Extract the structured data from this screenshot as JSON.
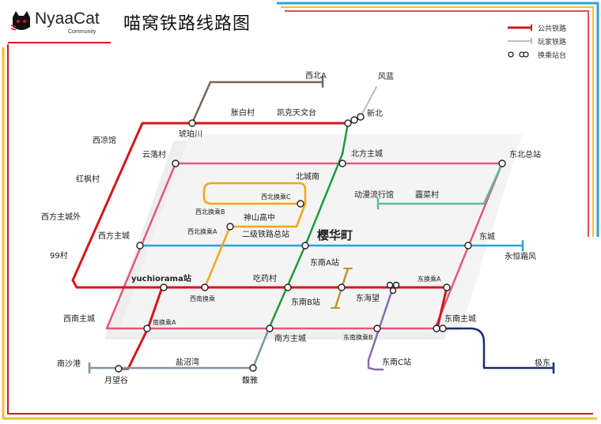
{
  "header": {
    "logo_text": "NyaaCat",
    "logo_sub": "Community",
    "title": "喵窝铁路线路图"
  },
  "legend": {
    "public": "公共铁路",
    "player": "玩家铁路",
    "transfer": "换乘站台"
  },
  "colors": {
    "red": "#d3161d",
    "pink": "#e25a78",
    "blue": "#2ea2d8",
    "green": "#1d9a3f",
    "orange": "#f2a51b",
    "brown": "#7a6656",
    "teal": "#5ab8ab",
    "purple": "#8a6bb3",
    "gray_blue": "#7e95a4",
    "navy": "#1a2c6a",
    "olive": "#b19a33",
    "frame_red": "#d3161d",
    "frame_yellow": "#f2c12e",
    "frame_blue": "#2ea2d8"
  },
  "stations": {
    "xibei_a": "西北A",
    "fenglan": "风蓝",
    "xinbei": "新北",
    "chenbai": "胀白村",
    "kaike": "凯克天文台",
    "hupochuan": "琥珀川",
    "xiliang": "西凉馆",
    "yunluo": "云落村",
    "beifang": "北方主城",
    "dongbei_hub": "东北总站",
    "hongfeng": "红枫村",
    "beicheng_nan": "北城南",
    "dongman": "动漫流行馆",
    "lingye": "霾菜村",
    "xibei_c": "西北换乘C",
    "xibei_b": "西北换乘B",
    "shenshan": "神山高中",
    "xibei_a_tr": "西北换乘A",
    "erji": "二级铁路总站",
    "xifang_wai": "西方主城外",
    "xifang": "西方主城",
    "yinghua": "樱华町",
    "dongcheng": "东城",
    "yonghen": "永恒霜风",
    "jiujiu": "99村",
    "dongnan_a": "东南A站",
    "yuchiorama": "yuchiorama站",
    "chiyao": "吃药村",
    "dongnan_huan": "东换乘A",
    "xinan_huan": "西南换乘",
    "dongnan_b": "东南B站",
    "donghai": "东海望",
    "xinan": "西南主城",
    "nan_huan_a": "南换乘A",
    "dongnan_zhu": "东南主城",
    "nanfang": "南方主城",
    "dongnan_huan_b": "东南换乘B",
    "nansha": "南沙港",
    "yanzhao": "盐沼湾",
    "dongnan_c": "东南C站",
    "gendong": "极东",
    "yuewang": "月望谷",
    "yuanya": "馥雅"
  }
}
